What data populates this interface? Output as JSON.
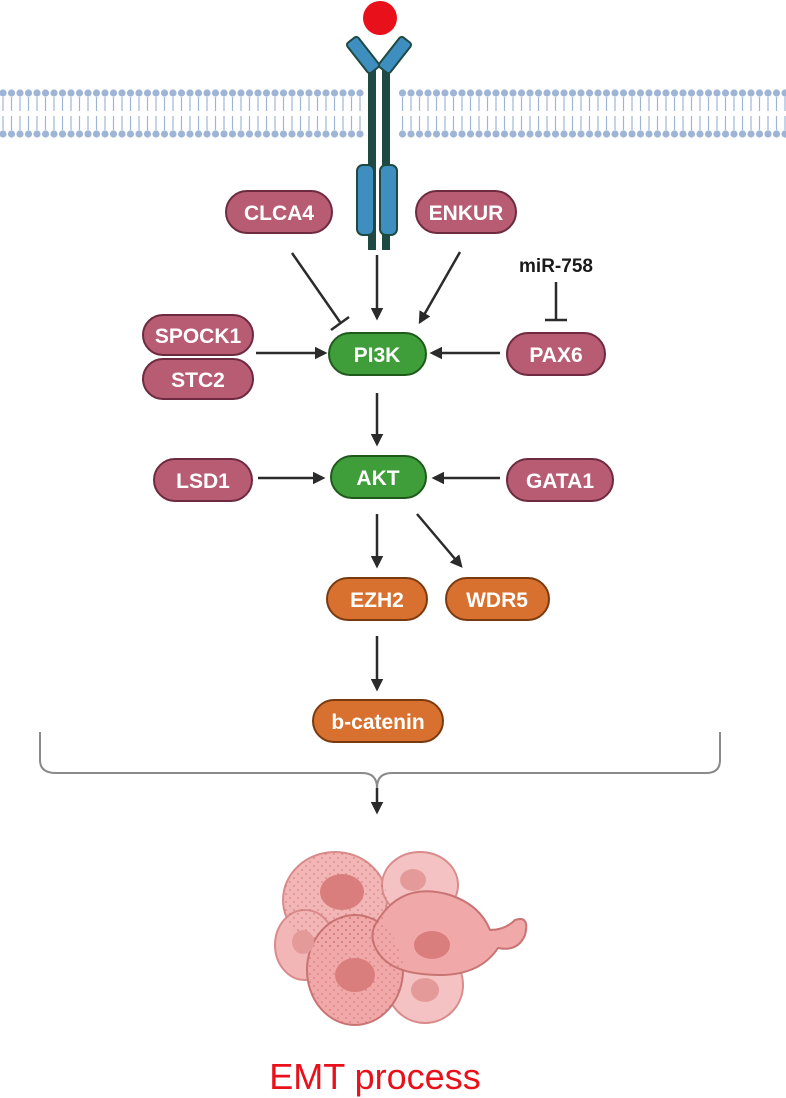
{
  "colors": {
    "regulator": "#b85c74",
    "regulator_border": "#6e2a3e",
    "core": "#3f9e3a",
    "core_border": "#1f5a1c",
    "effector": "#d8712f",
    "effector_border": "#7a3a10",
    "membrane": "#9fb5d6",
    "receptor": "#3e8fbf",
    "receptor_dark": "#1f4a43",
    "ligand": "#e8101a",
    "arrow": "#2b2b2b",
    "cell": "#e89a9a",
    "outcome_text": "#e8101a"
  },
  "nodes": {
    "clca4": "CLCA4",
    "enkur": "ENKUR",
    "mir758": "miR-758",
    "spock1": "SPOCK1",
    "stc2": "STC2",
    "pi3k": "PI3K",
    "pax6": "PAX6",
    "lsd1": "LSD1",
    "akt": "AKT",
    "gata1": "GATA1",
    "ezh2": "EZH2",
    "wdr5": "WDR5",
    "bcatenin": "b-catenin"
  },
  "outcome": {
    "label": "EMT process"
  },
  "icons": {
    "membrane": "lipid-bilayer-icon",
    "receptor": "receptor-icon",
    "ligand": "ligand-icon",
    "cells": "cancer-cell-cluster-icon"
  }
}
